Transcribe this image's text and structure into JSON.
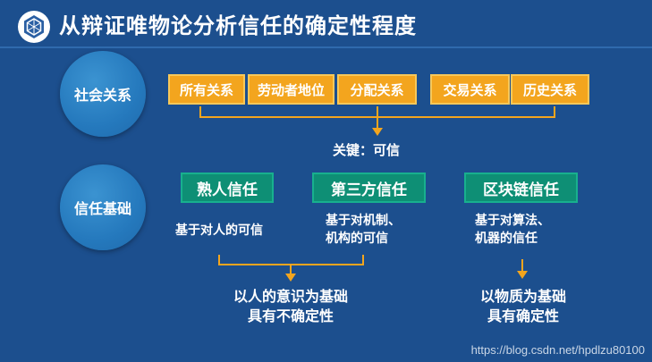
{
  "title": "从辩证唯物论分析信任的确定性程度",
  "circles": {
    "social": "社会关系",
    "trust_basis": "信任基础"
  },
  "social_relations": [
    "所有关系",
    "劳动者地位",
    "分配关系",
    "交易关系",
    "历史关系"
  ],
  "keyword": "关键：可信",
  "trust_types": [
    {
      "label": "熟人信任",
      "desc": [
        "基于对人的可信"
      ]
    },
    {
      "label": "第三方信任",
      "desc": [
        "基于对机制、",
        "机构的可信"
      ]
    },
    {
      "label": "区块链信任",
      "desc": [
        "基于对算法、",
        "机器的信任"
      ]
    }
  ],
  "conclusions": {
    "left": [
      "以人的意识为基础",
      "具有不确定性"
    ],
    "right": [
      "以物质为基础",
      "具有确定性"
    ]
  },
  "watermark": "https://blog.csdn.net/hpdlzu80100",
  "colors": {
    "background": "#1c4f8e",
    "relation_box": "#f3a51e",
    "trust_box": "#0e8f75",
    "circle": "#2579bd",
    "connector": "#f3a51e"
  }
}
